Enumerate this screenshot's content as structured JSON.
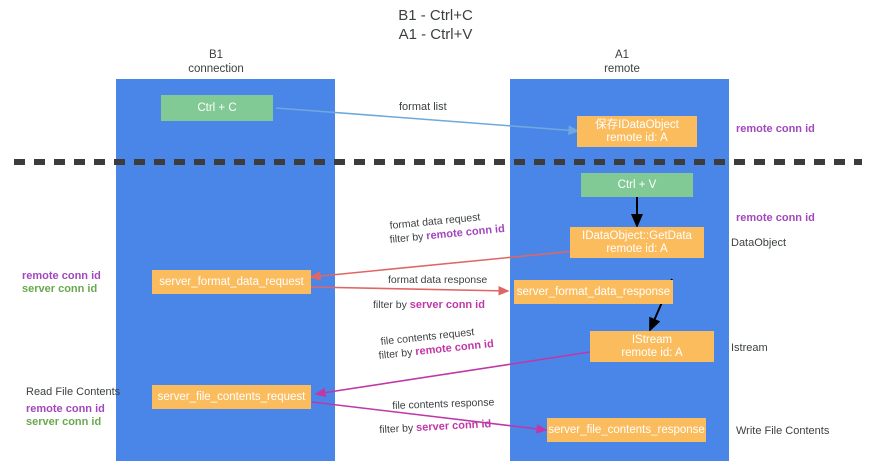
{
  "diagram": {
    "title_line1": "B1 - Ctrl+C",
    "title_line2": "A1 - Ctrl+V",
    "columns": [
      {
        "name": "B1",
        "role": "connection"
      },
      {
        "name": "A1",
        "role": "remote"
      }
    ],
    "colors": {
      "lane": "#4a86e8",
      "box_green": "#81c995",
      "box_orange": "#fbbc5e",
      "purple": "#a347bd",
      "green_text": "#6aa84f",
      "magenta": "#c038a8",
      "arrow_blue": "#6fa8dc",
      "arrow_red": "#e06666",
      "arrow_black": "#000000",
      "arrow_magenta": "#c038a8",
      "divider": "#3c3c3c",
      "text": "#3c4043"
    },
    "boxes": {
      "ctrl_c": {
        "label": "Ctrl + C"
      },
      "save_idataobject": {
        "label": "保存IDataObject",
        "sub": "remote id: A"
      },
      "ctrl_v": {
        "label": "Ctrl + V"
      },
      "getdata": {
        "label": "IDataObject::GetData",
        "sub": "remote id: A"
      },
      "server_format_data_request": {
        "label": "server_format_data_request"
      },
      "server_format_data_response": {
        "label": "server_format_data_response"
      },
      "istream": {
        "label": "IStream",
        "sub": "remote id: A"
      },
      "server_file_contents_request": {
        "label": "server_file_contents_request"
      },
      "server_file_contents_response": {
        "label": "server_file_contents_response"
      }
    },
    "arrow_labels": {
      "format_list": "format list",
      "format_data_request": "format data request",
      "format_data_request_filter_prefix": "filter by ",
      "format_data_request_filter_key": "remote conn id",
      "format_data_response": "format data response",
      "format_data_response_filter_prefix": "filter by ",
      "format_data_response_filter_key": "server conn id",
      "file_contents_request": "file contents request",
      "file_contents_request_filter_prefix": "filter by ",
      "file_contents_request_filter_key": "remote conn id",
      "file_contents_response": "file contents response",
      "file_contents_response_filter_prefix": "filter by ",
      "file_contents_response_filter_key": "server conn id"
    },
    "side_notes": {
      "right_remote_conn_id_top": "remote conn id",
      "right_remote_conn_id_mid": "remote conn id",
      "right_dataobject": "DataObject",
      "right_istream": "Istream",
      "right_write_file_contents": "Write File Contents",
      "left_remote_conn_id_mid": "remote conn id",
      "left_server_conn_id_mid": "server conn id",
      "left_read_file_contents": "Read File Contents",
      "left_remote_conn_id_bottom": "remote conn id",
      "left_server_conn_id_bottom": "server conn id"
    }
  }
}
